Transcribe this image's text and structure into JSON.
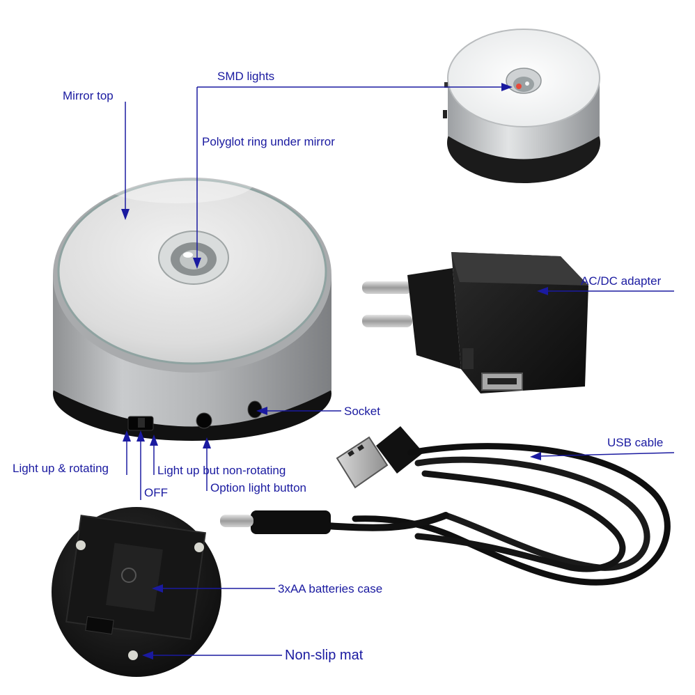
{
  "labels": {
    "mirror_top": "Mirror top",
    "smd_lights": "SMD lights",
    "polyglot_ring": "Polyglot ring under mirror",
    "ac_dc_adapter": "AC/DC adapter",
    "socket": "Socket",
    "usb_cable": "USB cable",
    "light_up_rotating": "Light up & rotating",
    "light_up_non_rotating": "Light up but non-rotating",
    "off": "OFF",
    "option_light_button": "Option light button",
    "batteries_case": "3xAA batteries case",
    "non_slip_mat": "Non-slip mat"
  },
  "colors": {
    "label_text": "#1a1aa0",
    "arrow": "#1a1aa0",
    "background": "#ffffff"
  }
}
